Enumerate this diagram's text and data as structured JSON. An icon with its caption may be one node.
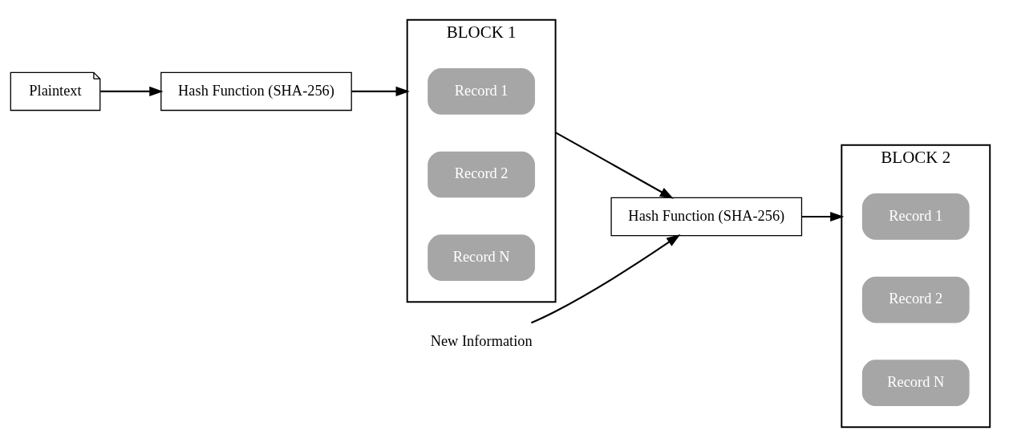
{
  "diagram": {
    "nodes": [
      {
        "text": [
          "Plaintext"
        ]
      },
      {
        "text": [
          "Hash Function (SHA-256)"
        ]
      },
      {
        "text": [
          "BLOCK 1"
        ]
      },
      {
        "text": [
          "Record 1"
        ],
        "in": 2
      },
      {
        "text": [
          "Record 2"
        ],
        "in": 2
      },
      {
        "text": [
          "Record N"
        ],
        "in": 2
      },
      {
        "text": [
          "BLOCK 2"
        ]
      },
      {
        "text": [
          "Record 1"
        ],
        "in": 6
      },
      {
        "text": [
          "Record 2"
        ],
        "in": 6
      },
      {
        "text": [
          "Record N"
        ],
        "in": 6
      },
      {
        "text": [
          "Hash Function (SHA-256)"
        ]
      },
      {
        "text": [
          "New Information"
        ]
      }
    ],
    "edges": [
      {
        "from": 0,
        "to": 1,
        "arrow": "to"
      },
      {
        "from": 1,
        "to": 2,
        "arrow": "to"
      },
      {
        "from": 2,
        "to": 10,
        "arrow": "to"
      },
      {
        "from": 10,
        "to": 6,
        "arrow": "to"
      },
      {
        "from": 11,
        "to": 10,
        "arrow": "to"
      }
    ]
  }
}
